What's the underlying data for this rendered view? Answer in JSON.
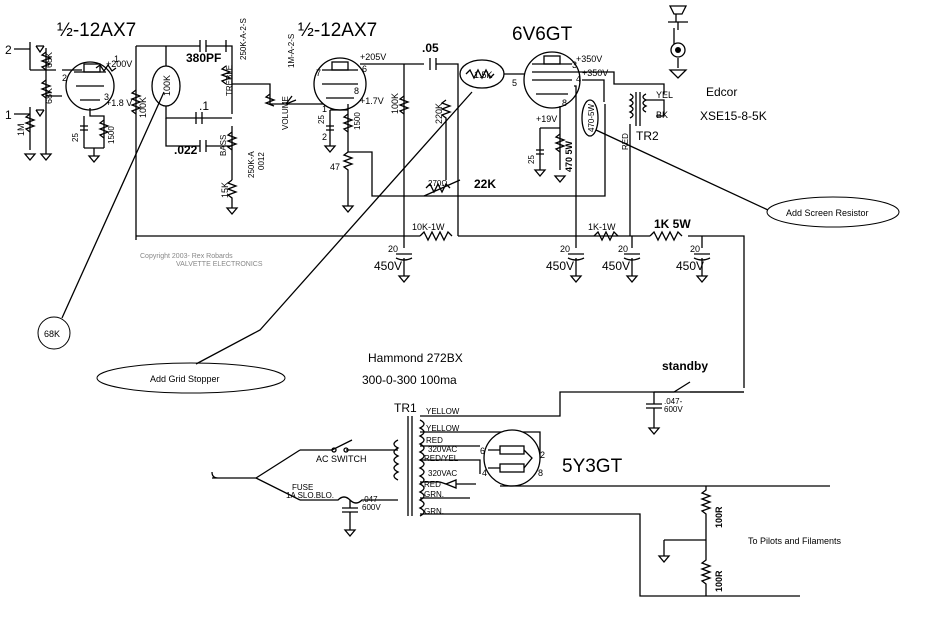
{
  "tubes": {
    "v1a": "½-12AX7",
    "v1b": "½-12AX7",
    "power": "6V6GT",
    "rectifier": "5Y3GT"
  },
  "inputs": {
    "in1": "1",
    "in2": "2"
  },
  "input_stage": {
    "r_68k_top": "68K",
    "r_68k_bot": "68K",
    "r_1m": "1M",
    "cap_25": "25",
    "r_1500": "1500",
    "plate_voltage": "+200V",
    "cathode_voltage": "+1.8 V",
    "pin2": "2",
    "pin1": "1",
    "pin3": "3"
  },
  "tone_stack": {
    "cap_380pf": "380PF",
    "r_100k": "100K",
    "plate_load": "100K",
    "treble_pot": "250K-A-2-S",
    "treble_label": "TREBLE",
    "cap_1": ".1",
    "cap_022": ".022",
    "bass_label": "BASS",
    "bass_pot": "250K-A",
    "bass_part": "0012",
    "r_15k": "15K",
    "volume_pot": "1M-A-2-S",
    "volume_label": "VOLUME"
  },
  "second_stage": {
    "plate_voltage": "+205V",
    "pin7": "7",
    "pin6": "6",
    "pin8": "8",
    "cathode_voltage": "+1.7V",
    "cap_25": "25",
    "r_1500": "1500",
    "r_47": "47",
    "pin1": "1",
    "pin2": "2",
    "cap_05": ".05",
    "r_100k": "100K",
    "r_220k": "220K",
    "grid_stopper": "1.5K",
    "pin5": "5"
  },
  "output_stage": {
    "plate_v1": "+350V",
    "plate_v2": "+350V",
    "pin3": "3",
    "pin4": "4",
    "pin8": "8",
    "cathode_v": "+19V",
    "cap_25": "25",
    "r_470": "470 5W",
    "screen_r": "470-5W",
    "opt_make": "Edcor",
    "opt_model": "XSE15-8-5K",
    "opt_designator": "TR2",
    "lead_yel": "YEL",
    "lead_bk": "BK",
    "lead_red": "RED",
    "nfb_r": "22K",
    "nfb_r2": "270Ω"
  },
  "supply": {
    "r_10k": "10K-1W",
    "r_1k": "1K-1W",
    "r_1k5": "1K 5W",
    "cap_value": "20",
    "cap_voltage": "450V"
  },
  "callouts": {
    "screen": "Add Screen Resistor",
    "grid": "Add Grid Stopper",
    "c68k": "68K"
  },
  "copyright": {
    "line1": "Copyright 2003- Rex Robards",
    "line2": "VALVETTE ELECTRONICS"
  },
  "power_transformer": {
    "make": "Hammond 272BX",
    "spec": "300-0-300 100ma",
    "designator": "TR1",
    "yellow1": "YELLOW",
    "yellow2": "YELLOW",
    "red1": "RED",
    "vac1": "320VAC",
    "redyel": "RED/YEL",
    "vac2": "320VAC",
    "red2": "RED",
    "grn1": "GRN.",
    "grn2": "GRN."
  },
  "rectifier_pins": {
    "p6": "6",
    "p2": "2",
    "p4": "4",
    "p8": "8"
  },
  "mains": {
    "ac_switch": "AC  SWITCH",
    "fuse": "FUSE",
    "fuse_rating": "1A SLO.BLO.",
    "cap": ".047-",
    "cap_v": "600V"
  },
  "standby": {
    "label": "standby",
    "cap": ".047-",
    "cap_v": "600V"
  },
  "filaments": {
    "r_top": "100R",
    "r_bot": "100R",
    "label": "To Pilots and Filaments"
  }
}
